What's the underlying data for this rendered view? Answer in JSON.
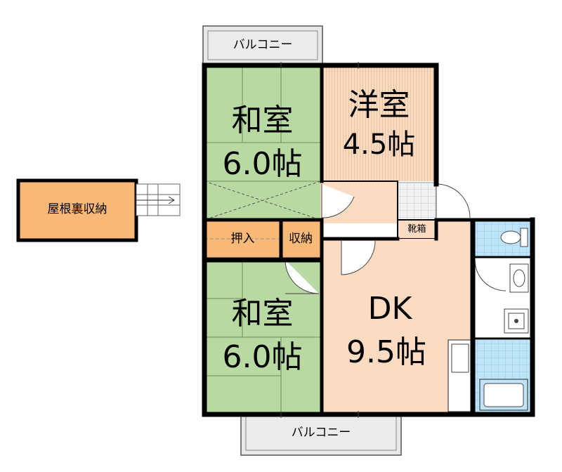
{
  "rooms": {
    "washitsu_top": {
      "name": "和室",
      "size": "6.0帖"
    },
    "youshitsu": {
      "name": "洋室",
      "size": "4.5帖"
    },
    "washitsu_bottom": {
      "name": "和室",
      "size": "6.0帖"
    },
    "dk": {
      "name": "DK",
      "size": "9.5帖"
    }
  },
  "labels": {
    "balcony_top": "バルコニー",
    "balcony_bottom": "バルコニー",
    "attic_storage": "屋根裏収納",
    "oshiire": "押入",
    "shuno": "収納",
    "kutsubako": "靴箱"
  },
  "colors": {
    "tatami": "#b9d9a3",
    "flooring": "#fbdcc3",
    "storage": "#f8b878",
    "balcony": "#e8e8e8",
    "bath": "#bfe4f7",
    "wall": "#000000"
  }
}
